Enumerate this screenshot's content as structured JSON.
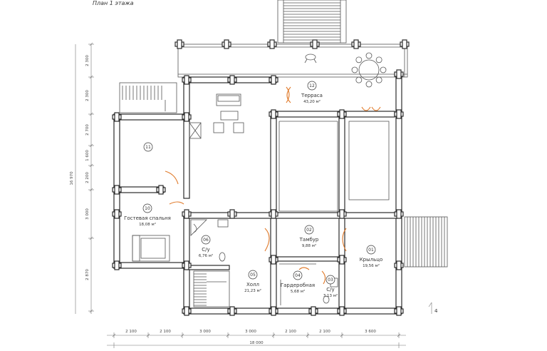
{
  "title": "План 1 этажа",
  "rooms": [
    {
      "number": "01",
      "name": "Крыльцо",
      "area": "19,56 м²"
    },
    {
      "number": "02",
      "name": "Тамбур",
      "area": "9,88 м²"
    },
    {
      "number": "03",
      "name": "С/у",
      "area": "3,13 м²"
    },
    {
      "number": "04",
      "name": "Гардеробная",
      "area": "5,68 м²"
    },
    {
      "number": "05",
      "name": "Холл",
      "area": "21,23 м²"
    },
    {
      "number": "06",
      "name": "С/у",
      "area": "6,76 м²"
    },
    {
      "number": "10",
      "name": "Гостевая спальня",
      "area": "18,08 м²"
    },
    {
      "number": "11",
      "name": "",
      "area": ""
    },
    {
      "number": "12",
      "name": "Терраса",
      "area": "43,20 м²"
    }
  ],
  "dimensions_bottom": [
    "2 100",
    "2 100",
    "3 000",
    "3 000",
    "2 100",
    "2 100",
    "3 600"
  ],
  "dimension_total_bottom": "18 000",
  "dimensions_left": [
    "2 300",
    "2 300",
    "2 700",
    "1 600",
    "2 200",
    "3 000",
    "2 870"
  ],
  "dimension_total_left": "16 970",
  "section_mark": "4"
}
